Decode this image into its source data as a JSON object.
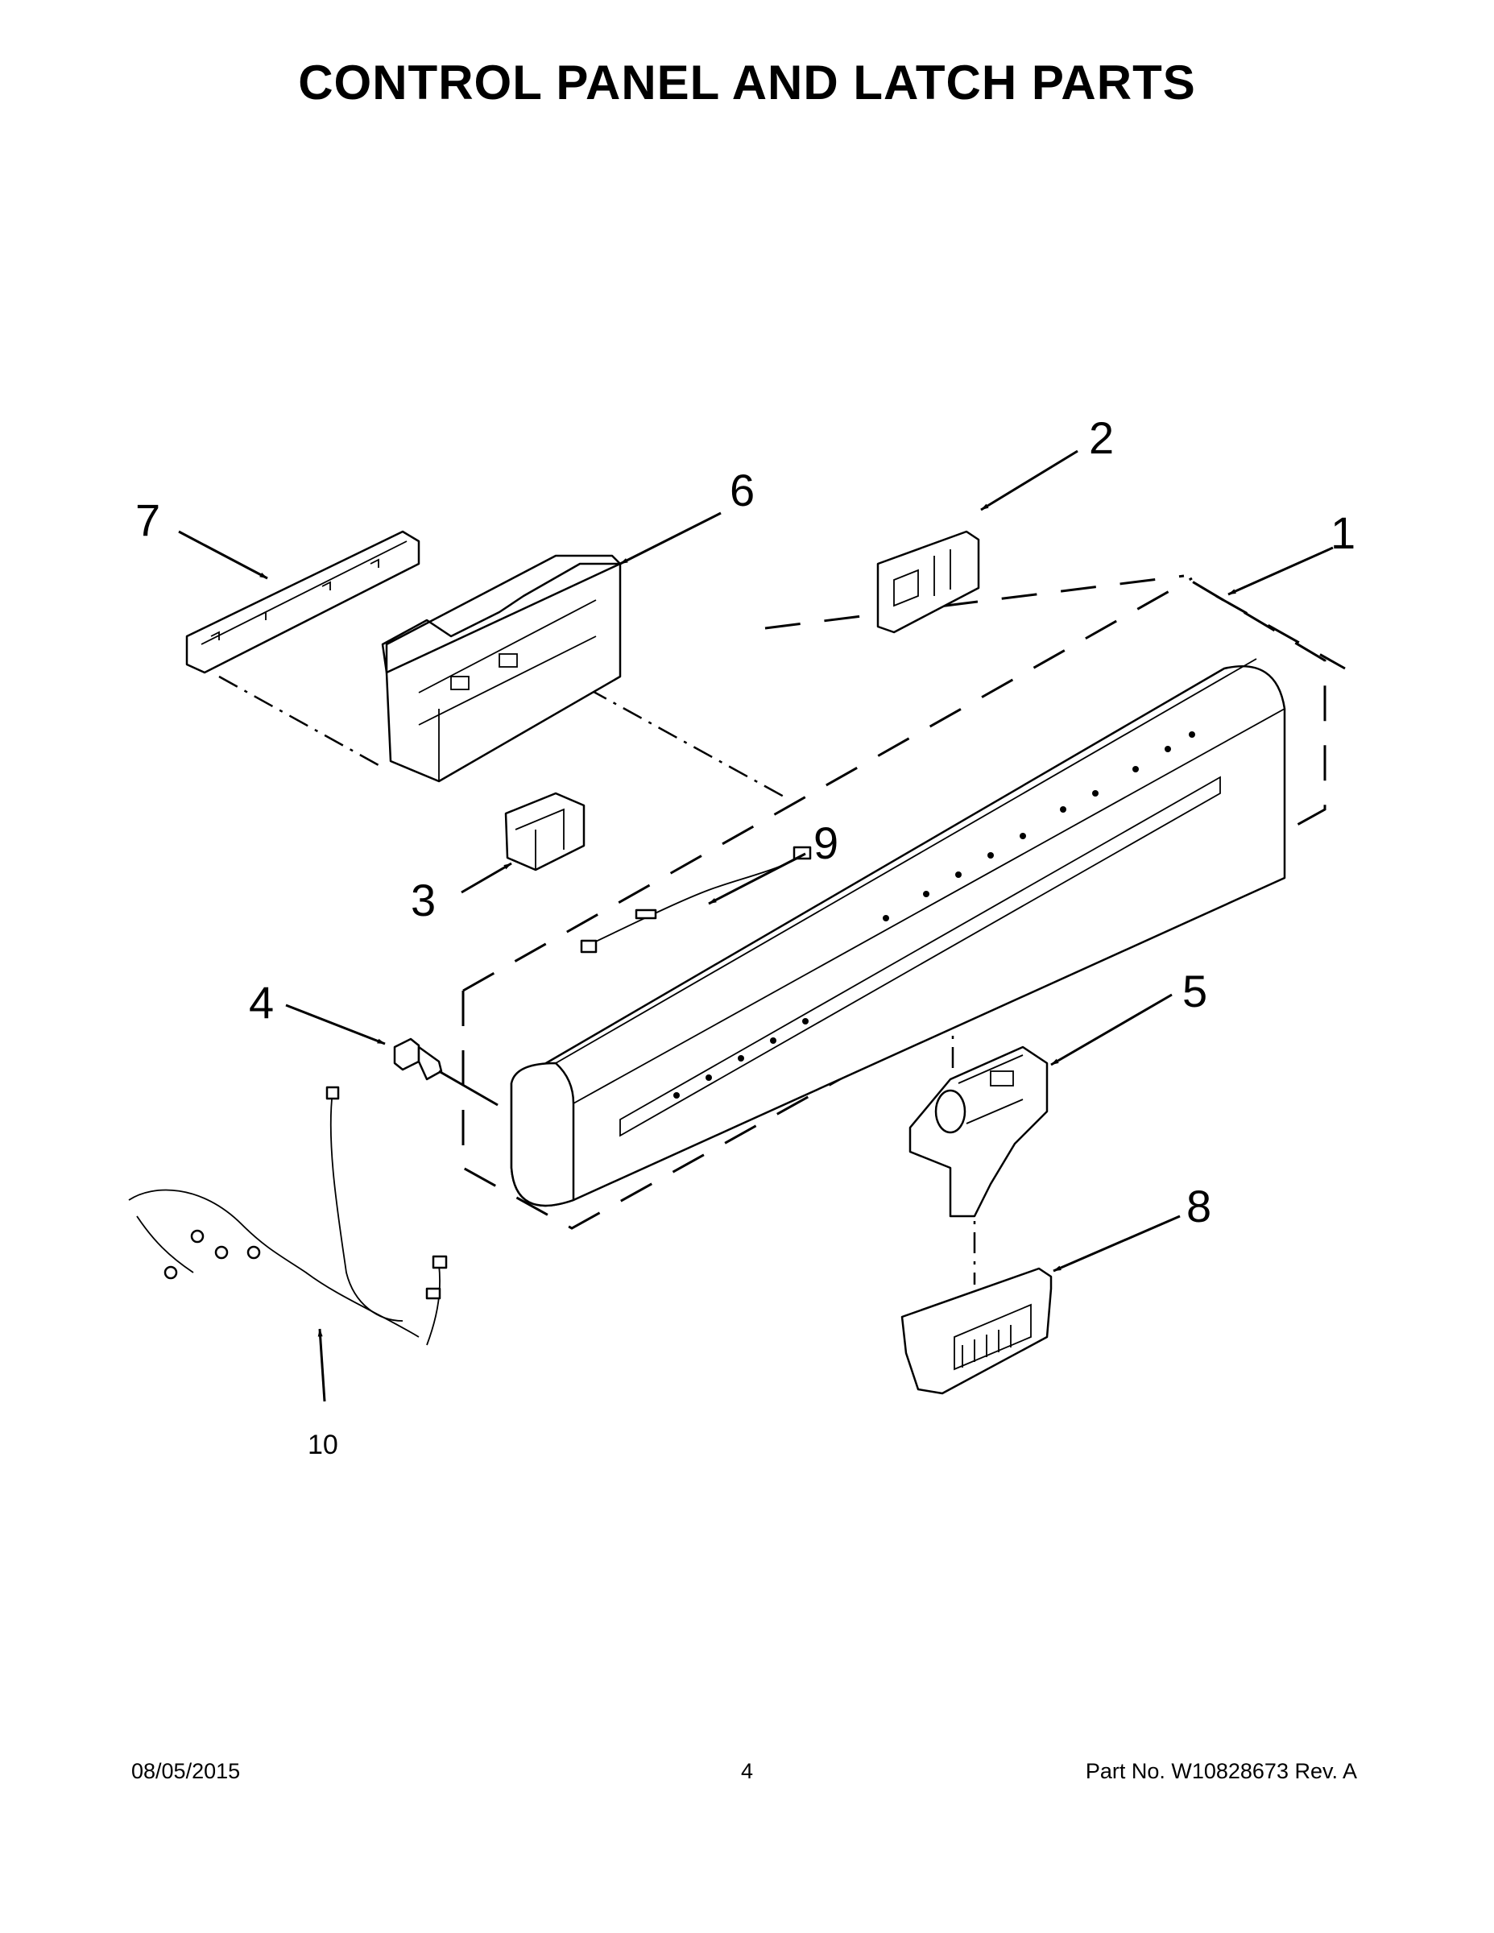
{
  "title": "CONTROL PANEL AND LATCH PARTS",
  "callouts": {
    "c1": "1",
    "c2": "2",
    "c3": "3",
    "c4": "4",
    "c5": "5",
    "c6": "6",
    "c7": "7",
    "c8": "8",
    "c9": "9",
    "c10": "10"
  },
  "footer": {
    "date": "08/05/2015",
    "page": "4",
    "part": "Part No.  W10828673   Rev.  A"
  }
}
